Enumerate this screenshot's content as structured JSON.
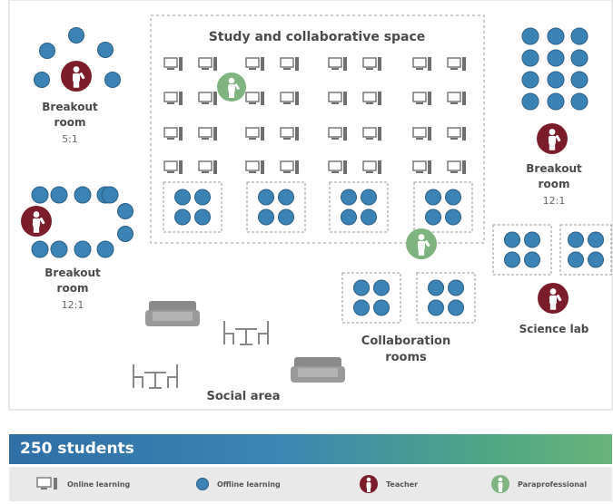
{
  "colors": {
    "student": "#3b83b5",
    "student_stroke": "#2a5f86",
    "teacher": "#7b1c2a",
    "paraprofessional": "#7fb37f",
    "furniture": "#8a8a8a",
    "dashed": "#9a9a9a"
  },
  "labels": {
    "study_space": "Study and collaborative space",
    "breakout_room": "Breakout room",
    "ratio_5": "5:1",
    "ratio_12": "12:1",
    "collaboration_rooms": "Collaboration rooms",
    "science_lab": "Science lab",
    "social_area": "Social area"
  },
  "banner": {
    "title": "250 students"
  },
  "legend": [
    {
      "icon": "computer-icon",
      "label": "Online learning"
    },
    {
      "icon": "student-icon",
      "label": "Offline learning"
    },
    {
      "icon": "teacher-icon",
      "label": "Teacher"
    },
    {
      "icon": "paraprofessional-icon",
      "label": "Paraprofessional"
    }
  ]
}
